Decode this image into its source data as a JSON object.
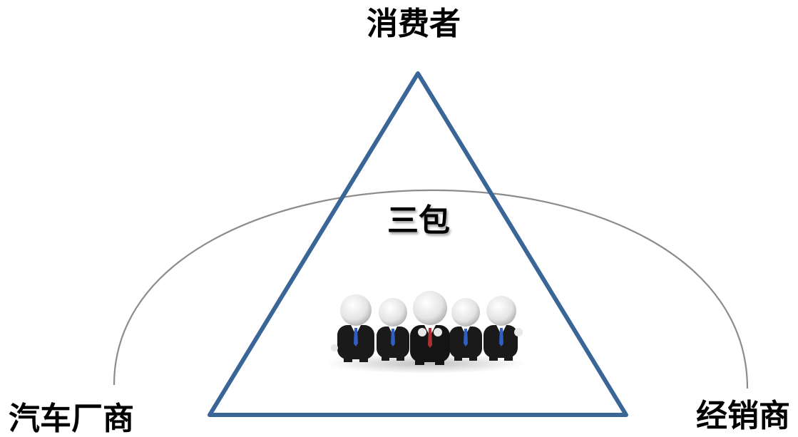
{
  "nodes": {
    "top": "消费者",
    "left": "汽车厂商",
    "right": "经销商",
    "center": "三包"
  },
  "colors": {
    "triangle_stroke": "#3a6597",
    "arc_stroke": "#8c8c8c",
    "suit": "#1a1a1a",
    "tie": "#2f5fc4",
    "head": "#ececec"
  },
  "illustration": {
    "name": "team-of-five-figures",
    "count": 5
  }
}
